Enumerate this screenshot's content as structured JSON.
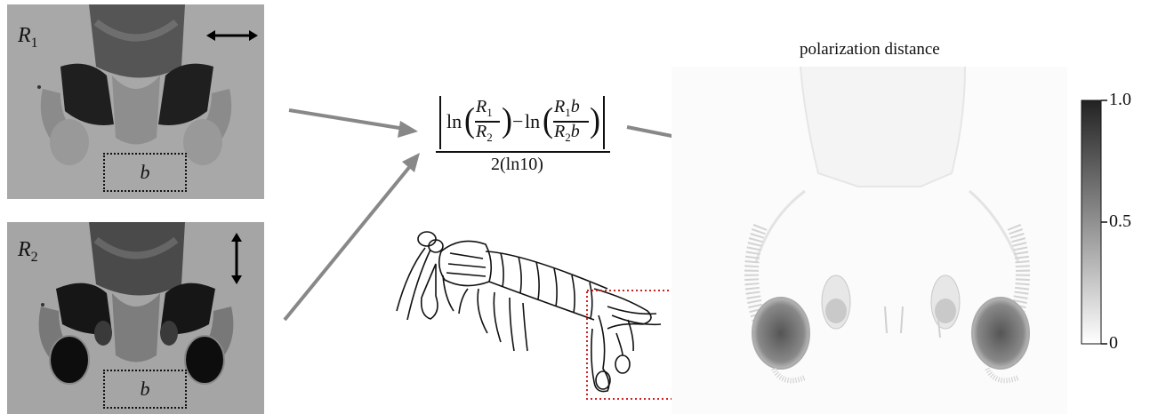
{
  "panel_r1": {
    "label": "R",
    "subscript": "1",
    "box_label": "b",
    "arrow_orientation": "horizontal"
  },
  "panel_r2": {
    "label": "R",
    "subscript": "2",
    "box_label": "b",
    "arrow_orientation": "vertical"
  },
  "formula": {
    "ln": "ln",
    "r1": "R",
    "r1_sub": "1",
    "r2": "R",
    "r2_sub": "2",
    "b": "b",
    "minus": "−",
    "denominator": "2(ln10)"
  },
  "output": {
    "title": "polarization distance",
    "colorbar_ticks": [
      "1.0",
      "0.5",
      "0"
    ],
    "colorbar_top_color": "#222222",
    "colorbar_bottom_color": "#ffffff"
  },
  "colors": {
    "photo_bg": "#a9a9a9",
    "arrow": "#888888",
    "dotted_box": "#cc2222"
  }
}
